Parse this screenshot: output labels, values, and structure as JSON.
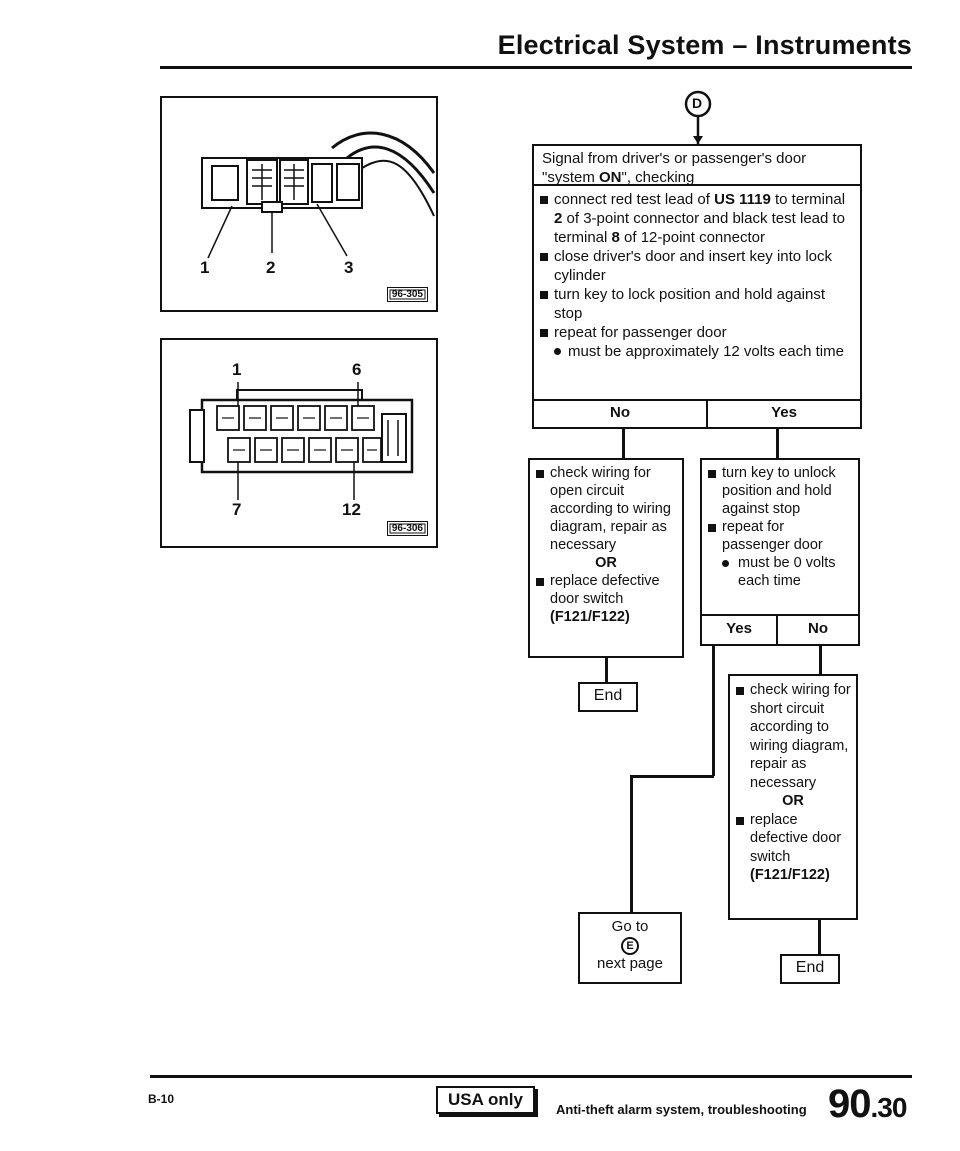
{
  "header": {
    "title": "Electrical System – Instruments"
  },
  "figures": {
    "fig1": {
      "label": "96-305",
      "pins": [
        "1",
        "2",
        "3"
      ]
    },
    "fig2": {
      "label": "96-306",
      "pins_top": [
        "1",
        "6"
      ],
      "pins_bottom": [
        "7",
        "12"
      ]
    }
  },
  "flow": {
    "start_marker": "D",
    "main": {
      "signal_line1": "Signal from driver's or passenger's door",
      "signal_line2_a": "\"system ",
      "signal_line2_b": "ON",
      "signal_line2_c": "\", checking",
      "step1_a": "connect red test lead of ",
      "step1_b": "US 1119",
      "step1_c": " to terminal ",
      "step1_d": "2",
      "step1_e": " of 3-point connector and black test lead to terminal ",
      "step1_f": "8",
      "step1_g": " of 12-point connector",
      "step2": "close driver's door and insert key into lock cylinder",
      "step3": "turn key to lock position and hold against stop",
      "step4": "repeat for passenger door",
      "step4_sub": "must be approximately 12 volts each time",
      "no": "No",
      "yes": "Yes"
    },
    "left": {
      "check_a": "check wiring for open circuit according to wiring diagram, repair as necessary",
      "or": "OR",
      "replace_a": "replace defective door switch ",
      "replace_b": "(F121/F122)",
      "end": "End"
    },
    "right": {
      "step1": "turn key to unlock position and hold against stop",
      "step2": "repeat for passenger door",
      "step2_sub": "must be 0 volts each time",
      "yes": "Yes",
      "no": "No"
    },
    "short": {
      "check": "check wiring for short circuit according to wiring diagram, repair as necessary",
      "or": "OR",
      "replace_a": "replace defective door switch ",
      "replace_b": "(F121/F122)",
      "end": "End"
    },
    "goto": {
      "line1": "Go to",
      "marker": "E",
      "line2": "next page"
    }
  },
  "footer": {
    "page_ref": "B-10",
    "usa_only": "USA only",
    "section_text": "Anti-theft alarm system, troubleshooting",
    "section_number_a": "90",
    "section_number_b": ".30"
  }
}
